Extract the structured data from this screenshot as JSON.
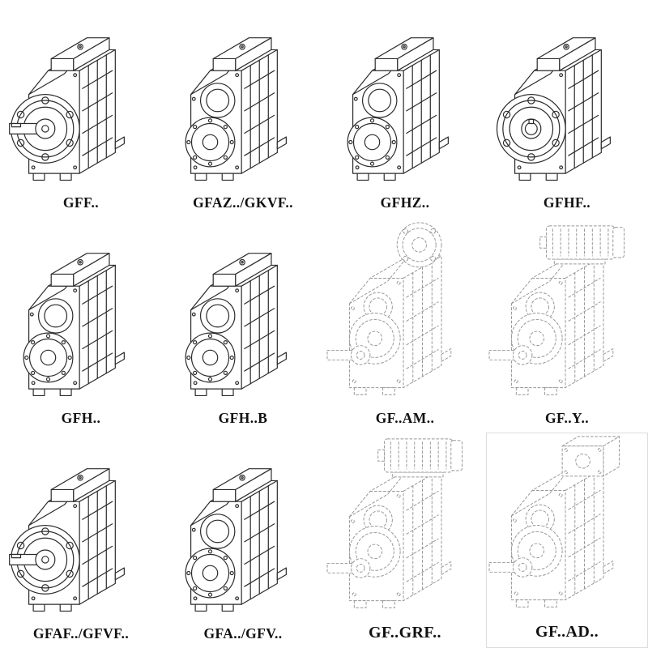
{
  "page": {
    "background": "#ffffff"
  },
  "colors": {
    "line": "#2b2b2b",
    "dashed_line": "#979797",
    "label_text": "#111111"
  },
  "catalog": {
    "items": [
      {
        "label": "GFF..",
        "symbol": "flange-shaft",
        "style": "solid"
      },
      {
        "label": "GFAZ../GKVF..",
        "symbol": "bores",
        "style": "solid"
      },
      {
        "label": "GFHZ..",
        "symbol": "bores",
        "style": "solid"
      },
      {
        "label": "GFHF..",
        "symbol": "flange-plain",
        "style": "solid"
      },
      {
        "label": "GFH..",
        "symbol": "bores",
        "style": "solid"
      },
      {
        "label": "GFH..B",
        "symbol": "bores",
        "style": "solid"
      },
      {
        "label": "GF..AM..",
        "symbol": "input-flange",
        "style": "dashed"
      },
      {
        "label": "GF..Y..",
        "symbol": "motor",
        "style": "dashed"
      },
      {
        "label": "GFAF../GFVF..",
        "symbol": "flange-shaft",
        "style": "solid"
      },
      {
        "label": "GFA../GFV..",
        "symbol": "bores",
        "style": "solid"
      },
      {
        "label": "GF..GRF..",
        "symbol": "motor",
        "style": "dashed"
      },
      {
        "label": "GF..AD..",
        "symbol": "adapter",
        "style": "dashed"
      }
    ]
  }
}
